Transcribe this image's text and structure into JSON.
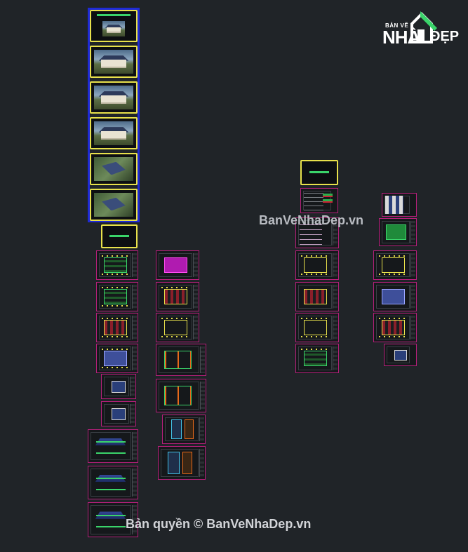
{
  "watermark": {
    "center": "BanVeNhaDep.vn",
    "bottom": "Bản quyền © BanVeNhaDep.vn"
  },
  "logo": {
    "line1": "BẢN VẼ",
    "line2": "NHÀ",
    "line3": "ĐẸP"
  },
  "colors": {
    "background": "#202428",
    "sheet_border": "#b51f7a",
    "cover_border": "#e8e14b",
    "render_group_border": "#1f2bd6",
    "logo_accent": "#3ad46a"
  }
}
